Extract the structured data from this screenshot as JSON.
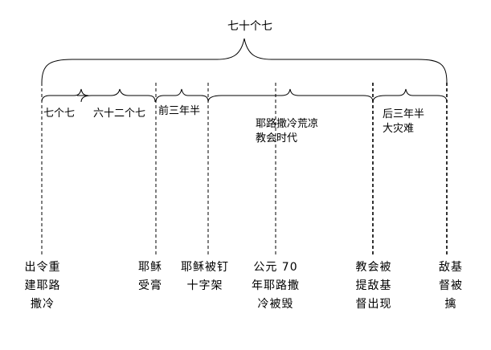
{
  "title": "七十个七",
  "segments": {
    "seven_sevens": "七个七",
    "sixty_two_sevens": "六十二个七",
    "first_half": "前三年半",
    "desolation": [
      "耶路撒冷荒凉",
      "教会时代"
    ],
    "second_half": [
      "后三年半",
      "大灾难"
    ]
  },
  "events": [
    {
      "lines": [
        "出令重",
        "建耶路",
        "撒冷"
      ]
    },
    {
      "lines": [
        "耶稣",
        "受膏"
      ]
    },
    {
      "lines": [
        "耶稣被钉",
        "十字架"
      ]
    },
    {
      "lines": [
        "公元 70",
        "年耶路撒",
        "冷被毁"
      ]
    },
    {
      "lines": [
        "教会被",
        "提敌基",
        "督出现"
      ]
    },
    {
      "lines": [
        "敌基",
        "督被",
        "擒"
      ]
    }
  ]
}
